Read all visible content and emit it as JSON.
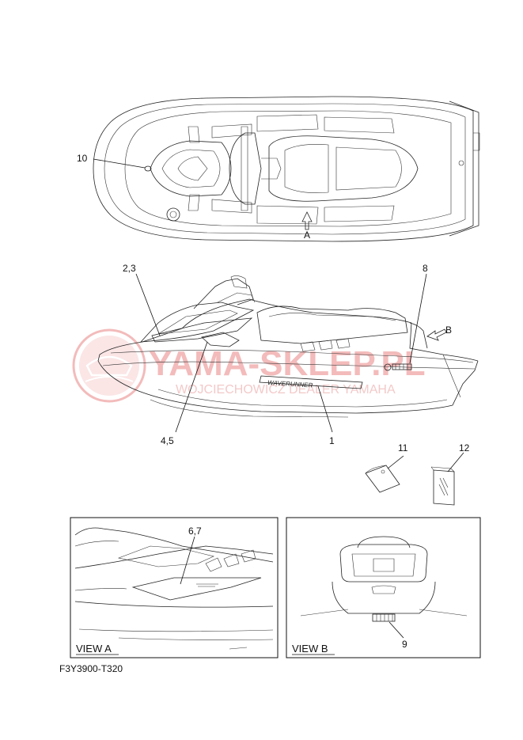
{
  "callouts": {
    "c1": "1",
    "c23": "2,3",
    "c45": "4,5",
    "c67": "6,7",
    "c8": "8",
    "c9": "9",
    "c10": "10",
    "c11": "11",
    "c12": "12",
    "arrowA": "A",
    "arrowB": "B"
  },
  "views": {
    "view_a": "VIEW A",
    "view_b": "VIEW B"
  },
  "hull_decal": "WAVERUNNER",
  "watermark": {
    "main": "YAMA-SKLEP.PL",
    "sub": "WOJCIECHOWICZ DEALER YAMAHA"
  },
  "figure_code": "F3Y3900-T320",
  "colors": {
    "line": "#222222",
    "watermark": "#f1b0b0"
  }
}
